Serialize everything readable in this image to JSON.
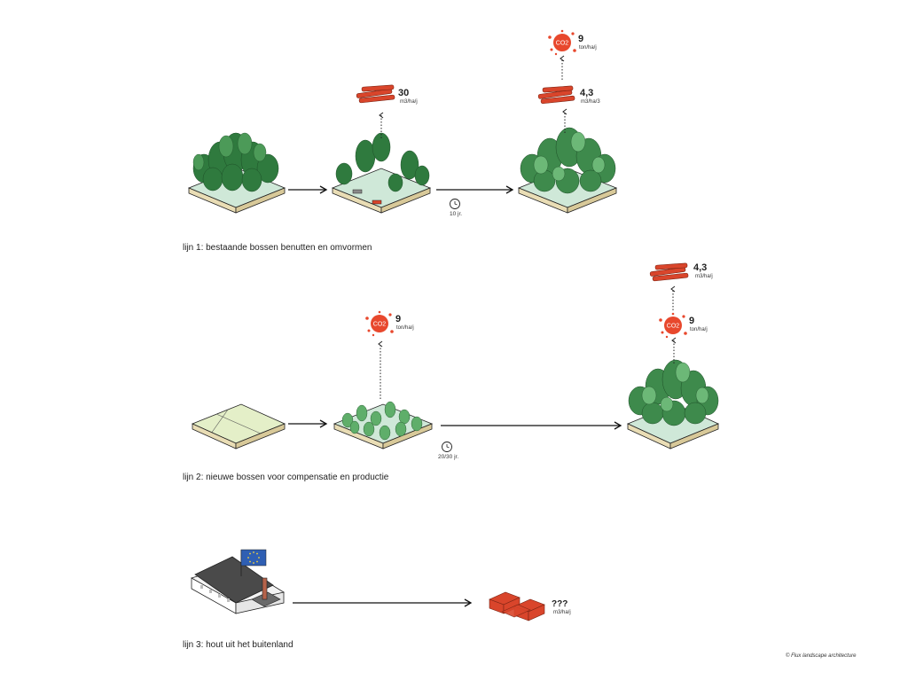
{
  "lines": [
    {
      "caption": "lijn 1: bestaande bossen benutten en omvormen",
      "timer": "10 jr.",
      "wood_1": {
        "value": "30",
        "unit": "m3/ha/j"
      },
      "wood_2": {
        "value": "4,3",
        "unit": "m3/ha/3"
      },
      "co2": {
        "label": "CO2",
        "value": "9",
        "unit": "ton/ha/j"
      }
    },
    {
      "caption": "lijn 2: nieuwe bossen voor compensatie en productie",
      "timer": "20/30 jr.",
      "co2_1": {
        "label": "CO2",
        "value": "9",
        "unit": "ton/ha/j"
      },
      "co2_2": {
        "label": "CO2",
        "value": "9",
        "unit": "ton/ha/j"
      },
      "wood": {
        "value": "4,3",
        "unit": "m3/ha/j"
      }
    },
    {
      "caption": "lijn 3: hout uit het buitenland",
      "wood": {
        "value": "???",
        "unit": "m3/ha/j"
      }
    }
  ],
  "credit": "© Flux landscape architecture",
  "colors": {
    "wood": "#d9452b",
    "co2": "#e8482d",
    "tree_dark": "#2f7a3e",
    "tree_light": "#5fae6a",
    "ground_top": "#cfe8d8",
    "soil": "#e9ddb5",
    "field": "#e4efc8",
    "flag": "#2f5fb3"
  }
}
